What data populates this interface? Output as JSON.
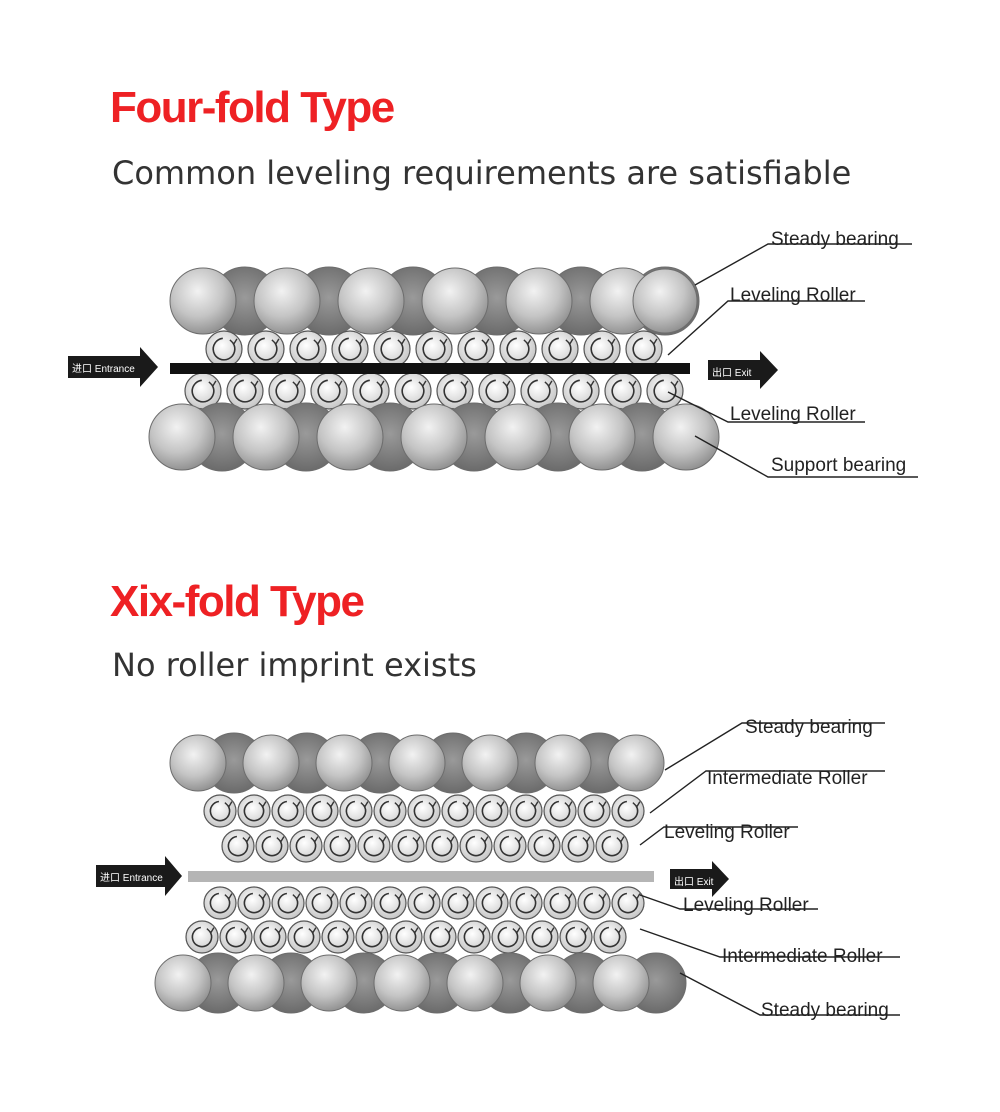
{
  "sections": [
    {
      "title": "Four-fold Type",
      "subtitle": "Common leveling requirements are satisfiable",
      "entrance_label": "进口 Entrance",
      "exit_label": "出口 Exit",
      "callouts": [
        "Steady bearing",
        "Leveling Roller",
        "Leveling Roller",
        "Support bearing"
      ]
    },
    {
      "title": "Xix-fold Type",
      "subtitle": "No roller imprint exists",
      "entrance_label": "进口 Entrance",
      "exit_label": "出口 Exit",
      "callouts": [
        "Steady bearing",
        "Intermediate Roller",
        "Leveling Roller",
        "Leveling Roller",
        "Intermediate Roller",
        "Steady bearing"
      ]
    }
  ],
  "colors": {
    "title": "#ee2124",
    "subtitle": "#333333",
    "strip_dark": "#111111",
    "strip_light": "#b5b5b5"
  }
}
